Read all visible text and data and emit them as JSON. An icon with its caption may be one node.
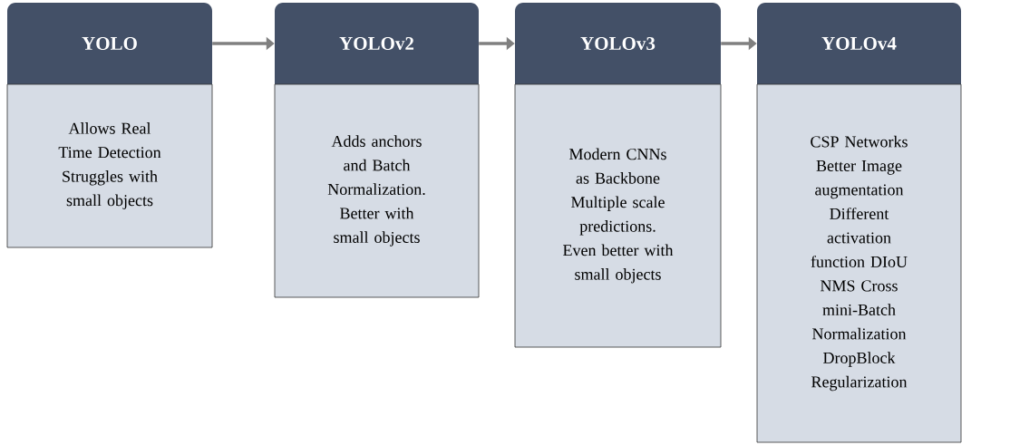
{
  "diagram": {
    "nodes": [
      {
        "text": [
          "YOLO"
        ]
      },
      {
        "text": [
          "Allows Real Time Detection Struggles with small objects"
        ]
      },
      {
        "text": [
          "YOLOv2"
        ]
      },
      {
        "text": [
          "Adds anchors and Batch Normalization. Better with small objects"
        ]
      },
      {
        "text": [
          "YOLOv3"
        ]
      },
      {
        "text": [
          "Modern CNNs as Backbone Multiple scale predictions. Even better with small objects"
        ]
      },
      {
        "text": [
          "YOLOv4"
        ]
      },
      {
        "text": [
          "CSP Networks Better Image augmentation Different activation function DIoU NMS Cross mini-Batch Normalization DropBlock Regularization"
        ]
      }
    ],
    "edges": [
      {
        "from": 0,
        "to": 2,
        "arrow": "to"
      },
      {
        "from": 2,
        "to": 4,
        "arrow": "to"
      },
      {
        "from": 4,
        "to": 6,
        "arrow": "to"
      }
    ]
  }
}
